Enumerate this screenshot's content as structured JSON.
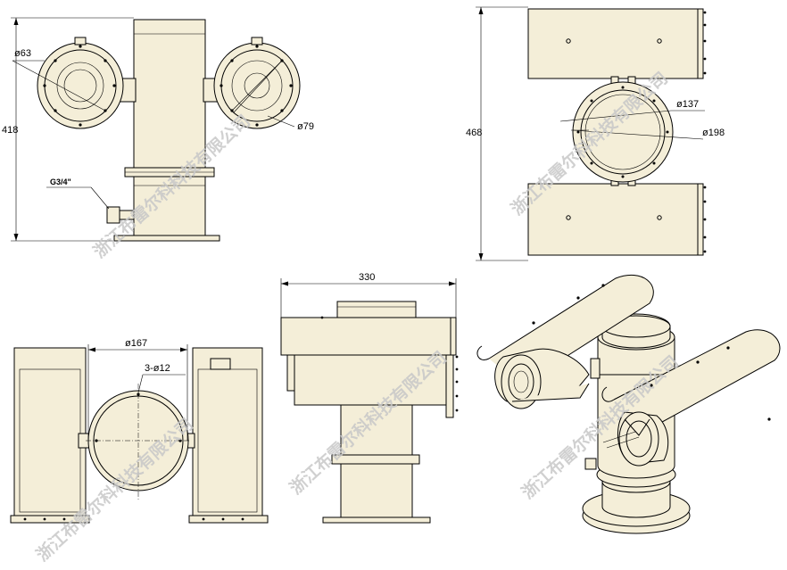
{
  "dimensions": {
    "d63": "ø63",
    "d79": "ø79",
    "h418": "418",
    "thread": "G3/4\"",
    "h468": "468",
    "d137": "ø137",
    "d198": "ø198",
    "d167": "ø167",
    "holes": "3-ø12",
    "w330": "330"
  },
  "watermark": "浙江布雷尔科科技有限公司"
}
